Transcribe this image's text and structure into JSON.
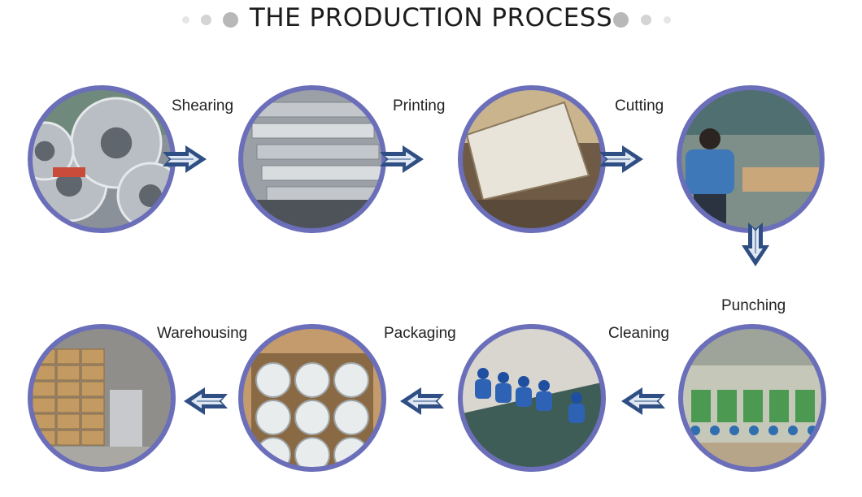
{
  "title": "THE PRODUCTION PROCESS",
  "colors": {
    "ring": "#6b6eb8",
    "arrow_outer": "#2f4f84",
    "arrow_inner": "#dfe8f3",
    "dot": "#d0d0d0",
    "dot_dark": "#b5b5b5"
  },
  "steps": [
    {
      "id": "raw-material",
      "label": "",
      "scene": "metal-coils"
    },
    {
      "id": "shearing",
      "label": "Shearing",
      "scene": "stacked-sheets"
    },
    {
      "id": "printing",
      "label": "Printing",
      "scene": "print-line"
    },
    {
      "id": "cutting",
      "label": "Cutting",
      "scene": "worker-at-bench"
    },
    {
      "id": "punching",
      "label": "Punching",
      "scene": "press-workshop"
    },
    {
      "id": "cleaning",
      "label": "Cleaning",
      "scene": "workers-at-table"
    },
    {
      "id": "packaging",
      "label": "Packaging",
      "scene": "boxed-discs"
    },
    {
      "id": "warehousing",
      "label": "Warehousing",
      "scene": "carton-stacks"
    }
  ]
}
